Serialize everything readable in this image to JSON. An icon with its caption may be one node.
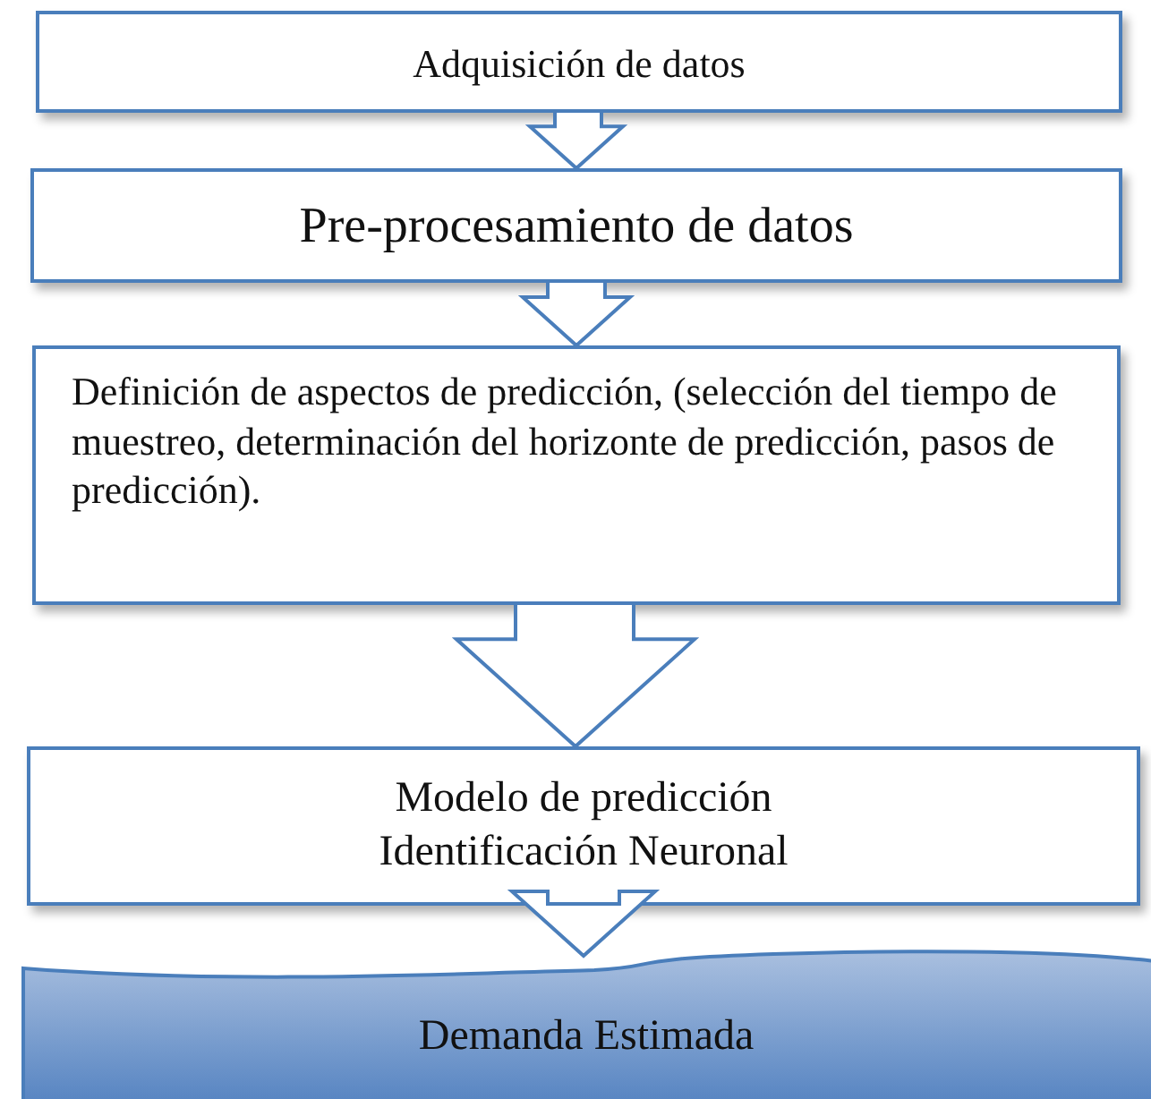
{
  "diagram": {
    "nodes": [
      {
        "text": [
          "Adquisición de datos"
        ]
      },
      {
        "text": [
          "Pre-procesamiento de datos"
        ]
      },
      {
        "text": [
          "Definición de aspectos de predicción, (selección del tiempo de muestreo, determinación del horizonte de predicción, pasos de predicción)."
        ]
      },
      {
        "text": [
          "Modelo de predicción Identificación Neuronal"
        ]
      },
      {
        "text": [
          "Demanda Estimada"
        ]
      }
    ],
    "edges": [
      {
        "from": 0,
        "to": 1,
        "arrow": "to"
      },
      {
        "from": 1,
        "to": 2,
        "arrow": "to"
      },
      {
        "from": 2,
        "to": 3,
        "arrow": "to"
      },
      {
        "from": 3,
        "to": 4,
        "arrow": "to"
      }
    ]
  }
}
